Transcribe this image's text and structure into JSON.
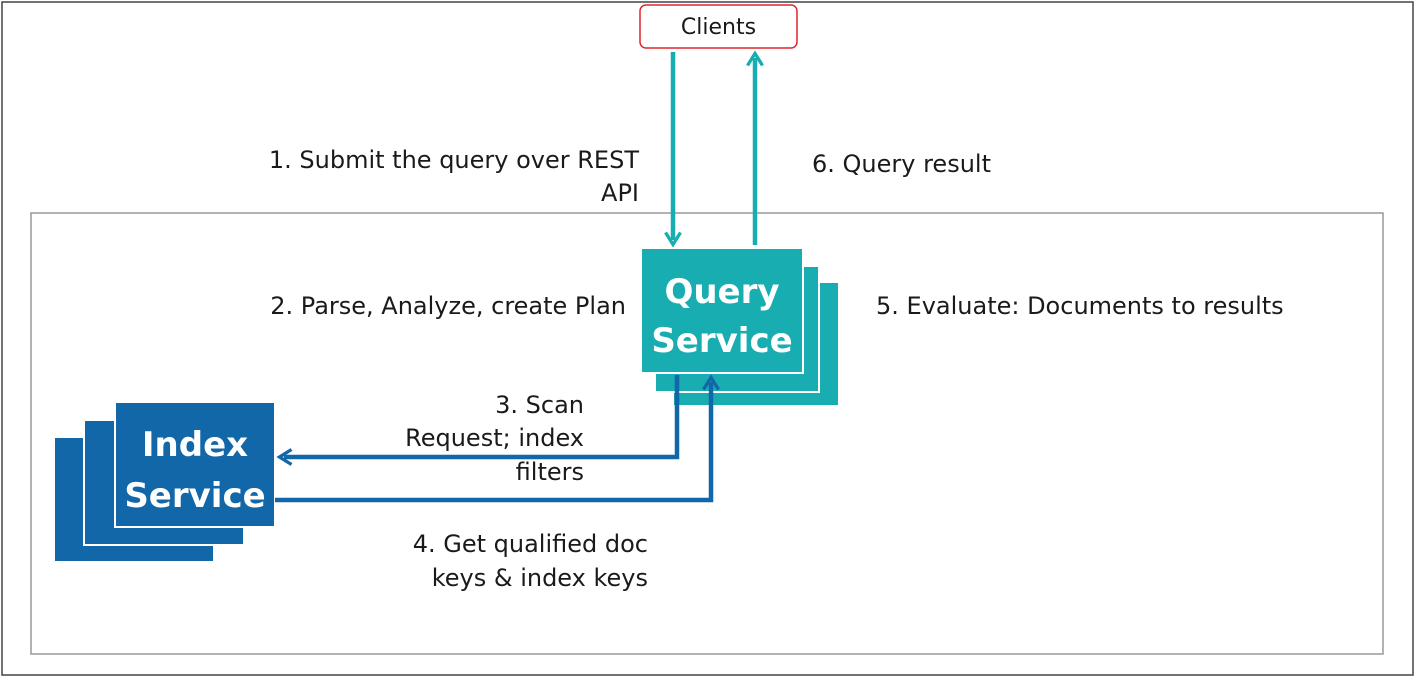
{
  "colors": {
    "teal": "#18adb1",
    "blue": "#1167a8",
    "clients_border": "#e0262b",
    "frame": "#444444",
    "inner_frame": "#999999"
  },
  "clients": {
    "label": "Clients"
  },
  "query_service": {
    "line1": "Query",
    "line2": "Service"
  },
  "index_service": {
    "line1": "Index",
    "line2": "Service"
  },
  "steps": {
    "step1_line1": "1. Submit the query over REST",
    "step1_line2": "API",
    "step2": "2. Parse, Analyze, create Plan",
    "step3_line1": "3.  Scan",
    "step3_line2": "Request; index",
    "step3_line3": "filters",
    "step4_line1": "4. Get qualified doc",
    "step4_line2": "keys & index keys",
    "step5": "5. Evaluate: Documents to results",
    "step6": "6. Query result"
  }
}
